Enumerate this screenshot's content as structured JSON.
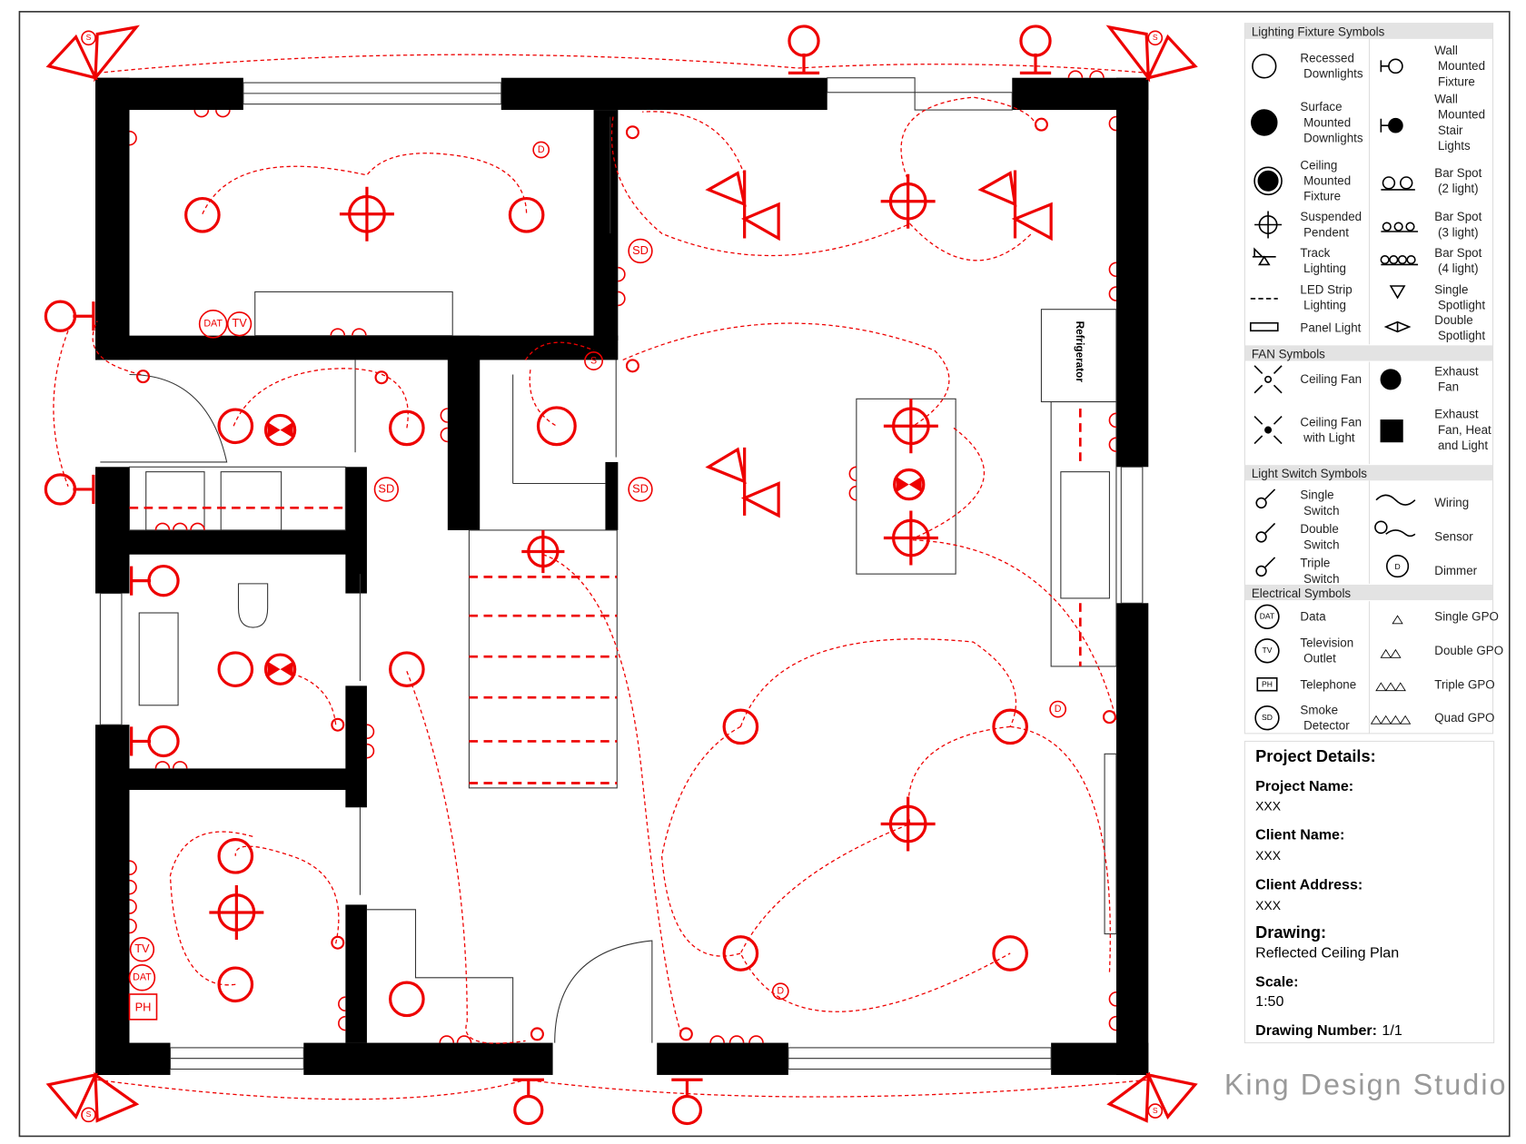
{
  "plan": {
    "refrigerator_label": "Refrigerator",
    "marks": {
      "smoke": "SD",
      "data": "DAT",
      "tv": "TV",
      "phone": "PH",
      "dimmer": "D",
      "sensor": "S"
    }
  },
  "legend": {
    "lighting": {
      "title": "Lighting Fixture Symbols",
      "rows": [
        [
          "Recessed Downlights",
          "Wall Mounted Fixture"
        ],
        [
          "Surface Mounted Downlights",
          "Wall Mounted Stair Lights"
        ],
        [
          "Ceiling Mounted Fixture",
          "Bar Spot (2 light)"
        ],
        [
          "Suspended Pendent",
          "Bar Spot (3 light)"
        ],
        [
          "Track Lighting",
          "Bar Spot (4 light)"
        ],
        [
          "LED Strip Lighting",
          "Single Spotlight"
        ],
        [
          "Panel Light",
          "Double Spotlight"
        ]
      ]
    },
    "fan": {
      "title": "FAN Symbols",
      "rows": [
        [
          "Ceiling Fan",
          "Exhaust Fan"
        ],
        [
          "Ceiling Fan with Light",
          "Exhaust Fan, Heat and Light"
        ]
      ]
    },
    "switch": {
      "title": "Light Switch Symbols",
      "rows": [
        [
          "Single Switch",
          "Wiring"
        ],
        [
          "Double Switch",
          "Sensor"
        ],
        [
          "Triple Switch",
          "Dimmer"
        ]
      ]
    },
    "electrical": {
      "title": "Electrical Symbols",
      "rows": [
        [
          "Data",
          "Single GPO"
        ],
        [
          "Television Outlet",
          "Double GPO"
        ],
        [
          "Telephone",
          "Triple GPO"
        ],
        [
          "Smoke Detector",
          "Quad GPO"
        ]
      ]
    }
  },
  "project": {
    "heading": "Project Details:",
    "name_label": "Project Name:",
    "name": "XXX",
    "client_label": "Client Name:",
    "client": "XXX",
    "address_label": "Client Address:",
    "address": "XXX",
    "drawing_label": "Drawing:",
    "drawing": "Reflected Ceiling Plan",
    "scale_label": "Scale:",
    "scale": "1:50",
    "number_label": "Drawing Number:",
    "number": "1/1"
  },
  "brand": "King Design Studio"
}
